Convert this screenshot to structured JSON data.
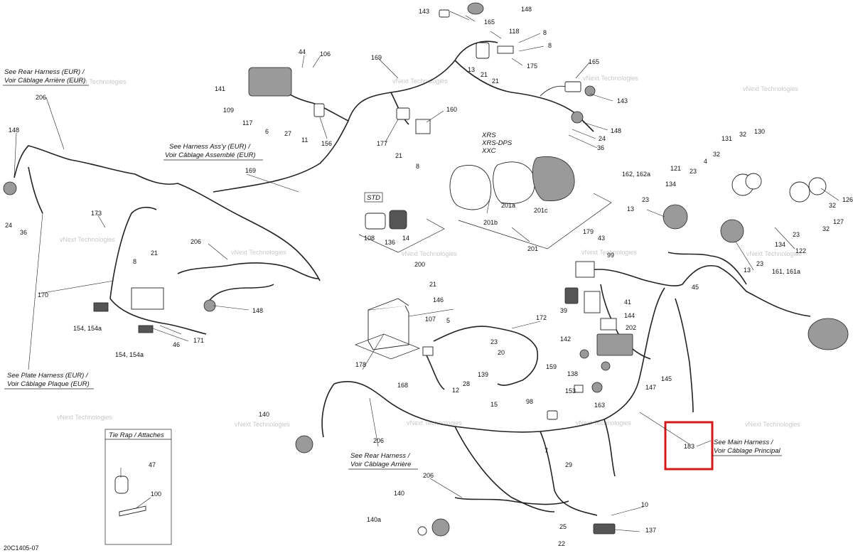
{
  "diagram_code": "20C1405-07",
  "watermark": "vNext Technologies",
  "highlight": {
    "label": "183",
    "color": "#d11a1a"
  },
  "notes": {
    "rear_eur_1": "See Rear Harness (EUR) /",
    "rear_eur_2": "Voir Câblage Arrière (EUR)",
    "assy_eur_1": "See Harness Ass'y (EUR) /",
    "assy_eur_2": "Voir Câblage Assemblé (EUR)",
    "plate_eur_1": "See Plate Harness (EUR) /",
    "plate_eur_2": "Voir Câblage Plaque (EUR)",
    "rear_1": "See Rear Harness /",
    "rear_2": "Voir Câblage Arrière",
    "main_1": "See Main Harness /",
    "main_2": "Voir Câblage Principal"
  },
  "groups": {
    "xrs_1": "XRS",
    "xrs_2": "XRS-DPS",
    "xrs_3": "XXC",
    "std": "STD",
    "tie_rap": "Tie Rap / Attaches"
  },
  "labels": {
    "l143a": "143",
    "l148a": "148",
    "l165a": "165",
    "l118": "118",
    "l8a": "8",
    "l8b": "8",
    "l13a": "13",
    "l21a": "21",
    "l175": "175",
    "l21b": "21",
    "l44": "44",
    "l106": "106",
    "l169a": "169",
    "l165b": "165",
    "l143b": "143",
    "l148b": "148",
    "l24a": "24",
    "l36a": "36",
    "l141": "141",
    "l109": "109",
    "l117": "117",
    "l6a": "6",
    "l27": "27",
    "l11": "11",
    "l156": "156",
    "l177": "177",
    "l160": "160",
    "l21c": "21",
    "l8c": "8",
    "l206a": "206",
    "l148c": "148",
    "l24b": "24",
    "l36b": "36",
    "l169b": "169",
    "l173": "173",
    "l8d": "8",
    "l21d": "21",
    "l170": "170",
    "l154a": "154, 154a",
    "l154b": "154, 154a",
    "l46": "46",
    "l171": "171",
    "l206b": "206",
    "l148d": "148",
    "l108": "108",
    "l136": "136",
    "l14": "14",
    "l200": "200",
    "l201a": "201a",
    "l201b": "201b",
    "l201c": "201c",
    "l201": "201",
    "l131": "131",
    "l32a": "32",
    "l130": "130",
    "l162": "162, 162a",
    "l121": "121",
    "l23a": "23",
    "l4": "4",
    "l32b": "32",
    "l134a": "134",
    "l23b": "23",
    "l13b": "13",
    "l126": "126",
    "l32c": "32",
    "l127": "127",
    "l32d": "32",
    "l23c": "23",
    "l134b": "134",
    "l122": "122",
    "l23d": "23",
    "l13c": "13",
    "l161": "161, 161a",
    "l179": "179",
    "l43": "43",
    "l99": "99",
    "l39": "39",
    "l41": "41",
    "l45": "45",
    "l144": "144",
    "l202": "202",
    "l142": "142",
    "l159": "159",
    "l138": "138",
    "l145": "145",
    "l147": "147",
    "l163": "163",
    "l153": "153",
    "l21e": "21",
    "l146": "146",
    "l107": "107",
    "l178": "178",
    "l5": "5",
    "l172": "172",
    "l23e": "23",
    "l20": "20",
    "l168": "168",
    "l28": "28",
    "l12": "12",
    "l139": "139",
    "l15": "15",
    "l98": "98",
    "l7": "7",
    "l29": "29",
    "l206c": "206",
    "l140a": "140",
    "l206d": "206",
    "l140b": "140",
    "l140c": "140a",
    "l47": "47",
    "l100": "100",
    "l10": "10",
    "l25": "25",
    "l137": "137",
    "l22": "22",
    "l183": "183"
  }
}
